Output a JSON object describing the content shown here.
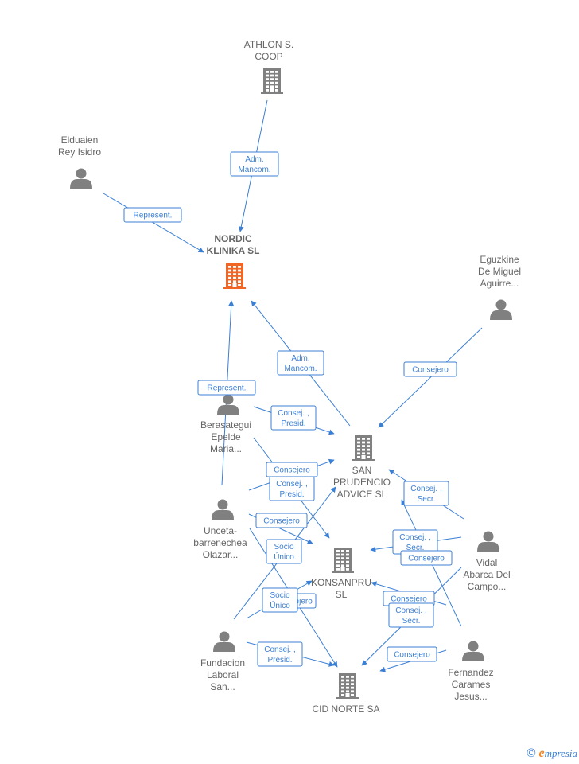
{
  "colors": {
    "edge": "#3b7fd4",
    "node": "#808080",
    "focus_node": "#f26522"
  },
  "nodes": {
    "athlon": {
      "lines": [
        "ATHLON S.",
        "COOP"
      ],
      "type": "company"
    },
    "elduaien": {
      "lines": [
        "Elduaien",
        "Rey Isidro"
      ],
      "type": "person"
    },
    "nordic": {
      "lines": [
        "NORDIC",
        "KLINIKA  SL"
      ],
      "type": "company",
      "focus": true
    },
    "eguzkine": {
      "lines": [
        "Eguzkine",
        "De Miguel",
        "Aguirre..."
      ],
      "type": "person"
    },
    "berasategui": {
      "lines": [
        "Berasategui",
        "Epelde",
        "Maria..."
      ],
      "type": "person"
    },
    "sanprudencio": {
      "lines": [
        "SAN",
        "PRUDENCIO",
        "ADVICE  SL"
      ],
      "type": "company"
    },
    "unceta": {
      "lines": [
        "Unceta-",
        "barrenechea",
        "Olazar..."
      ],
      "type": "person"
    },
    "vidal": {
      "lines": [
        "Vidal",
        "Abarca Del",
        "Campo..."
      ],
      "type": "person"
    },
    "konsanpru": {
      "lines": [
        "KONSANPRU",
        "SL"
      ],
      "type": "company"
    },
    "fundacion": {
      "lines": [
        "Fundacion",
        "Laboral",
        "San..."
      ],
      "type": "person"
    },
    "fernandez": {
      "lines": [
        "Fernandez",
        "Carames",
        "Jesus..."
      ],
      "type": "person"
    },
    "cidnorte": {
      "lines": [
        "CID NORTE SA"
      ],
      "type": "company"
    }
  },
  "edges": [
    {
      "id": "athlon-nordic",
      "lines": [
        "Adm.",
        "Mancom."
      ]
    },
    {
      "id": "elduaien-nordic",
      "lines": [
        "Represent."
      ]
    },
    {
      "id": "sanprudencio-nordic",
      "lines": [
        "Adm.",
        "Mancom."
      ]
    },
    {
      "id": "eguzkine-sanprudencio",
      "lines": [
        "Consejero"
      ]
    },
    {
      "id": "unceta-nordic",
      "lines": [
        "Represent."
      ]
    },
    {
      "id": "berasategui-sanprudencio",
      "lines": [
        "Consej. ,",
        "Presid."
      ]
    },
    {
      "id": "unceta-sanprudencio",
      "lines": [
        "Consejero"
      ]
    },
    {
      "id": "berasategui-konsanpru",
      "lines": [
        "Consej. ,",
        "Presid."
      ]
    },
    {
      "id": "vidal-sanprudencio",
      "lines": [
        "Consej. ,",
        "Secr."
      ]
    },
    {
      "id": "unceta-konsanpru",
      "lines": [
        "Consejero"
      ]
    },
    {
      "id": "fundacion-sanprudencio",
      "lines": [
        "Socio",
        "Único"
      ]
    },
    {
      "id": "vidal-konsanpru",
      "lines": [
        "Consej. ,",
        "Secr."
      ]
    },
    {
      "id": "fernandez-sanprudencio",
      "lines": [
        "Consejero"
      ]
    },
    {
      "id": "unceta-cidnorte",
      "lines": [
        "Consejero"
      ]
    },
    {
      "id": "fundacion-konsanpru",
      "lines": [
        "Socio",
        "Único"
      ]
    },
    {
      "id": "fernandez-konsanpru",
      "lines": [
        "Consejero"
      ]
    },
    {
      "id": "vidal-cidnorte",
      "lines": [
        "Consej. ,",
        "Secr."
      ]
    },
    {
      "id": "fundacion-cidnorte",
      "lines": [
        "Consej. ,",
        "Presid."
      ]
    },
    {
      "id": "fernandez-cidnorte",
      "lines": [
        "Consejero"
      ]
    }
  ],
  "footer": {
    "copyright": "©",
    "brand_first": "e",
    "brand_rest": "mpresia"
  }
}
